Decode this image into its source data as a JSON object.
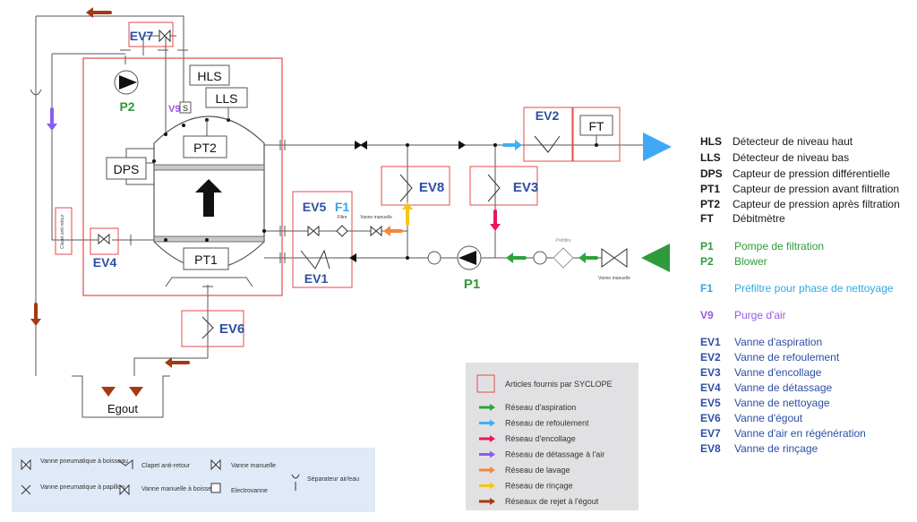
{
  "colors": {
    "vessel_border": "#e24b4b",
    "line": "#555555",
    "ev_blue": "#2d4ea3",
    "pump_green": "#2f9a3a",
    "filter_cyan": "#2fa9e0",
    "purge_violet": "#9b59e6",
    "outlet_blue": "#3fa9f5",
    "inlet_green": "#2f9a3a",
    "legend_bg": "#e1e1e3",
    "symbols_bg": "#dfe9f7",
    "arrow_suction": "#2fa33a",
    "arrow_discharge": "#3fb0ef",
    "arrow_coating": "#e8175d",
    "arrow_unscaling": "#8a5cf0",
    "arrow_wash": "#f08a3c",
    "arrow_rinse": "#f5c518",
    "arrow_reject": "#a33a12"
  },
  "diagram": {
    "components": {
      "hls": "HLS",
      "lls": "LLS",
      "pt1": "PT1",
      "pt2": "PT2",
      "dps": "DPS",
      "ft": "FT",
      "p1": "P1",
      "p2": "P2",
      "v9": "V9",
      "s_box": "S",
      "f1": "F1",
      "ev1": "EV1",
      "ev2": "EV2",
      "ev3": "EV3",
      "ev4": "EV4",
      "ev5": "EV5",
      "ev6": "EV6",
      "ev7": "EV7",
      "ev8": "EV8",
      "egout": "Egout",
      "filtre_small": "Filtre",
      "vanne_manuelle_small": "Vanne manuelle",
      "vanne_manuelle_inlet": "Vanne manuelle",
      "prefiltre_small": "Préfiltre",
      "clapet_small": "Clapet anti-retour"
    }
  },
  "tag_legend": [
    {
      "code": "HLS",
      "desc": "Détecteur de niveau haut",
      "color": "#1a1a1a"
    },
    {
      "code": "LLS",
      "desc": "Détecteur de niveau bas",
      "color": "#1a1a1a"
    },
    {
      "code": "DPS",
      "desc": "Capteur de pression différentielle",
      "color": "#1a1a1a"
    },
    {
      "code": "PT1",
      "desc": "Capteur de pression avant filtration",
      "color": "#1a1a1a"
    },
    {
      "code": "PT2",
      "desc": "Capteur de pression après filtration",
      "color": "#1a1a1a"
    },
    {
      "code": "FT",
      "desc": "Débitmètre",
      "color": "#1a1a1a"
    },
    {
      "code": "P1",
      "desc": "Pompe de filtration",
      "color": "#2f9a3a"
    },
    {
      "code": "P2",
      "desc": "Blower",
      "color": "#2f9a3a"
    },
    {
      "code": "F1",
      "desc": "Préfiltre pour phase de nettoyage",
      "color": "#2fa9e0"
    },
    {
      "code": "V9",
      "desc": "Purge d'air",
      "color": "#9b59e6"
    },
    {
      "code": "EV1",
      "desc": "Vanne d'aspiration",
      "color": "#2d4ea3"
    },
    {
      "code": "EV2",
      "desc": "Vanne de refoulement",
      "color": "#2d4ea3"
    },
    {
      "code": "EV3",
      "desc": "Vanne d'encollage",
      "color": "#2d4ea3"
    },
    {
      "code": "EV4",
      "desc": "Vanne de détassage",
      "color": "#2d4ea3"
    },
    {
      "code": "EV5",
      "desc": "Vanne de nettoyage",
      "color": "#2d4ea3"
    },
    {
      "code": "EV6",
      "desc": "Vanne d'égout",
      "color": "#2d4ea3"
    },
    {
      "code": "EV7",
      "desc": "Vanne d'air en régénération",
      "color": "#2d4ea3"
    },
    {
      "code": "EV8",
      "desc": "Vanne de rinçage",
      "color": "#2d4ea3"
    }
  ],
  "network_legend": {
    "supplied_label": "Articles fournis par SYCLOPE",
    "items": [
      {
        "label": "Réseau d'aspiration",
        "color": "#2fa33a"
      },
      {
        "label": "Réseau de refoulement",
        "color": "#3fb0ef"
      },
      {
        "label": "Réseau d'encollage",
        "color": "#e8175d"
      },
      {
        "label": "Réseau de détassage à l'air",
        "color": "#8a5cf0"
      },
      {
        "label": "Réseau de lavage",
        "color": "#f08a3c"
      },
      {
        "label": "Réseau de rinçage",
        "color": "#f5c518"
      },
      {
        "label": "Réseaux de rejet à l'égout",
        "color": "#a33a12"
      }
    ]
  },
  "symbol_legend": {
    "pneumatic_ball": "Vanne pneumatique à boisseau",
    "pneumatic_butterfly": "Vanne pneumatique à papillon",
    "check_valve": "Clapet anti-retour",
    "manual_ball": "Vanne manuelle à boisseau",
    "manual_valve": "Vanne manuelle",
    "solenoid": "Electrovanne",
    "air_separator": "Séparateur air/eau"
  }
}
